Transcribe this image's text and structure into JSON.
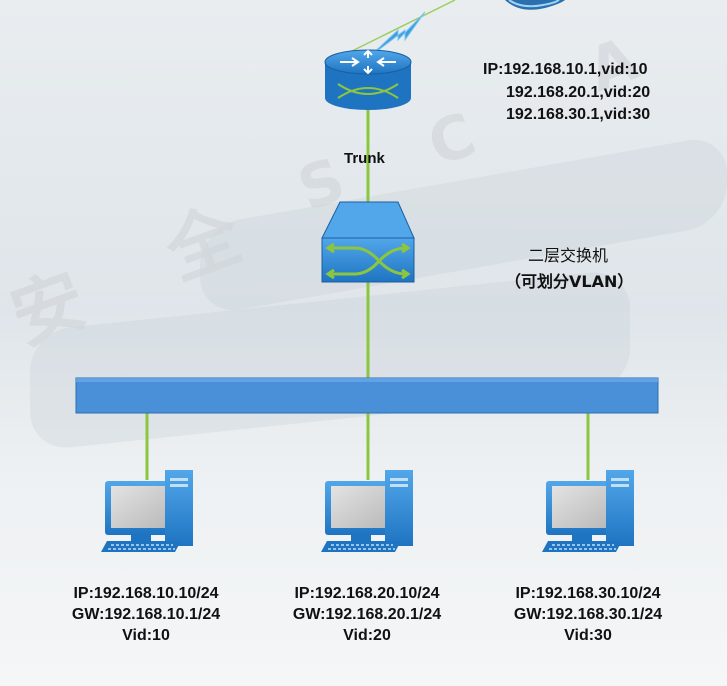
{
  "watermark": [
    "安",
    "全",
    "S",
    "C",
    "A"
  ],
  "router": {
    "ip_lines": [
      "IP:192.168.10.1,vid:10",
      "192.168.20.1,vid:20",
      "192.168.30.1,vid:30"
    ]
  },
  "trunk_label": "Trunk",
  "switch": {
    "title": "二层交换机",
    "subtitle": "（可划分VLAN）"
  },
  "pcs": [
    {
      "ip": "IP:192.168.10.10/24",
      "gw": "GW:192.168.10.1/24",
      "vid": "Vid:10"
    },
    {
      "ip": "IP:192.168.20.10/24",
      "gw": "GW:192.168.20.1/24",
      "vid": "Vid:20"
    },
    {
      "ip": "IP:192.168.30.10/24",
      "gw": "GW:192.168.30.1/24",
      "vid": "Vid:30"
    }
  ],
  "colors": {
    "link": "#8cc63f",
    "device_blue": "#2f8ad6",
    "bus_blue": "#4a90d9",
    "lightning": "#3a9fe0"
  }
}
